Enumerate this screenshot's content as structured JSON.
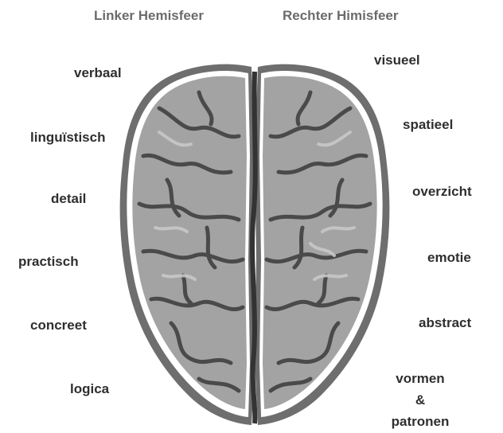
{
  "headings": {
    "left": "Linker Hemisfeer",
    "right": "Rechter Himisfeer"
  },
  "left_traits": [
    "verbaal",
    "linguïstisch",
    "detail",
    "practisch",
    "concreet",
    "logica"
  ],
  "right_traits": [
    "visueel",
    "spatieel",
    "overzicht",
    "emotie",
    "abstract"
  ],
  "right_last": [
    "vormen",
    "&",
    "patronen"
  ],
  "colors": {
    "brain_outline": "#6e6e6e",
    "brain_fill": "#a3a3a3",
    "brain_dark": "#4a4a4a",
    "brain_light": "#c8c8c8",
    "heading": "#6b6b6b",
    "label": "#2f2f2f"
  }
}
